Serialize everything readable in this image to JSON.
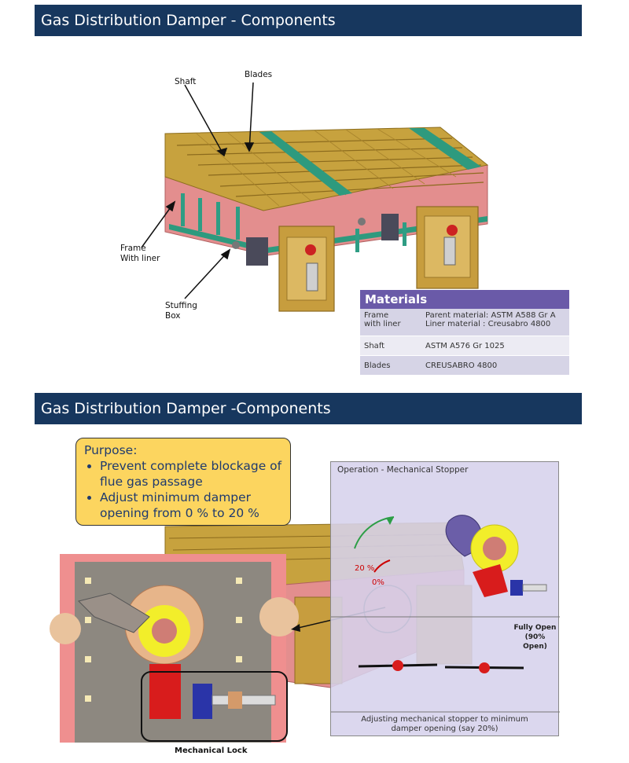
{
  "slide1": {
    "title": "Gas Distribution Damper - Components",
    "labels": {
      "shaft": "Shaft",
      "blades": "Blades",
      "frame": "Frame\nWith liner",
      "stuffing": "Stuffing\nBox"
    },
    "materials": {
      "heading": "Materials",
      "rows": [
        {
          "part": "Frame\nwith liner",
          "material": "Parent material: ASTM A588 Gr A\n Liner material : Creusabro 4800"
        },
        {
          "part": "Shaft",
          "material": "ASTM A576 Gr 1025"
        },
        {
          "part": "Blades",
          "material": "CREUSABRO 4800"
        }
      ]
    }
  },
  "slide2": {
    "title": "Gas Distribution Damper -Components",
    "purpose": {
      "heading": "Purpose:",
      "bullets": [
        "Prevent complete blockage of flue gas passage",
        "Adjust minimum damper opening from 0 % to 20 %"
      ]
    },
    "operation": {
      "title": "Operation - Mechanical Stopper",
      "pct_20": "20 %",
      "pct_0": "0%",
      "state": "Fully Open\n(90% Open)",
      "caption": "Adjusting mechanical stopper to minimum\ndamper opening (say 20%)"
    },
    "lock_label": "Mechanical Lock"
  },
  "colors": {
    "banner": "#17375e",
    "materials_header": "#6a5aa8",
    "purpose_fill": "#fcd55f",
    "frame_pink": "#e88a8a",
    "blade_gold": "#c8a13a",
    "yellow_ring": "#f2ee2a",
    "red_stop": "#d81c1c"
  }
}
